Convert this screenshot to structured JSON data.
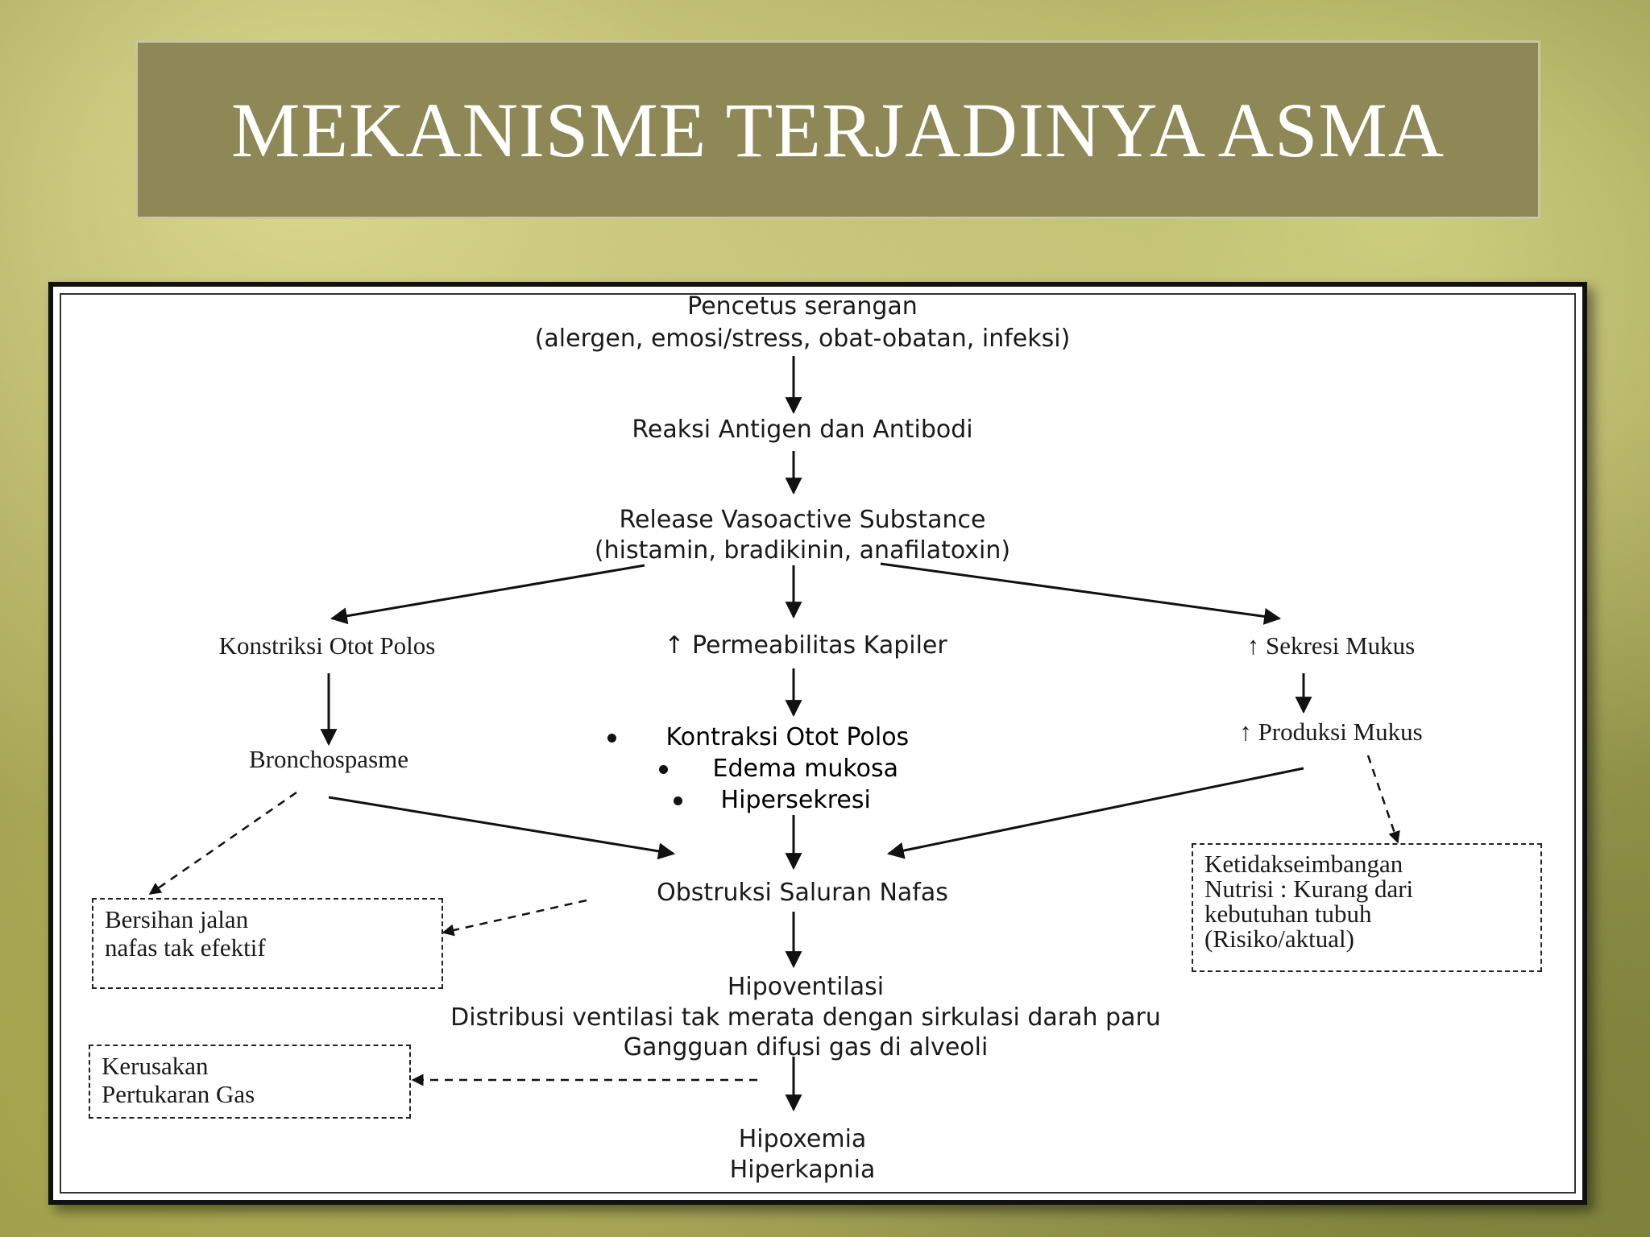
{
  "title": "MEKANISME TERJADINYA ASMA",
  "nodes": {
    "trigger": {
      "line1": "Pencetus serangan",
      "line2": "(alergen, emosi/stress, obat-obatan, infeksi)"
    },
    "reaction": "Reaksi Antigen dan Antibodi",
    "release": {
      "line1": "Release Vasoactive Substance",
      "line2": "(histamin, bradikinin, anafilatoxin)"
    },
    "left_branch": "Konstriksi Otot Polos",
    "center_branch": "↑ Permeabilitas Kapiler",
    "right_branch": "↑ Sekresi Mukus",
    "bronchospasm": "Bronchospasme",
    "center_effects": [
      "Kontraksi Otot Polos",
      "Edema mukosa",
      "Hipersekresi"
    ],
    "mucus_production": "↑ Produksi Mukus",
    "obstruction": "Obstruksi Saluran Nafas",
    "hypoventilation": {
      "line1": "Hipoventilasi",
      "line2": "Distribusi ventilasi tak merata dengan sirkulasi darah paru",
      "line3": "Gangguan difusi gas di alveoli"
    },
    "outcome": {
      "line1": "Hipoxemia",
      "line2": "Hiperkapnia"
    }
  },
  "diagnoses": {
    "airway": [
      "Bersihan jalan",
      "nafas tak efektif"
    ],
    "nutrition": [
      "Ketidakseimbangan",
      "Nutrisi : Kurang dari",
      "kebutuhan tubuh",
      "(Risiko/aktual)"
    ],
    "gas_exchange": [
      "Kerusakan",
      "Pertukaran Gas"
    ]
  }
}
